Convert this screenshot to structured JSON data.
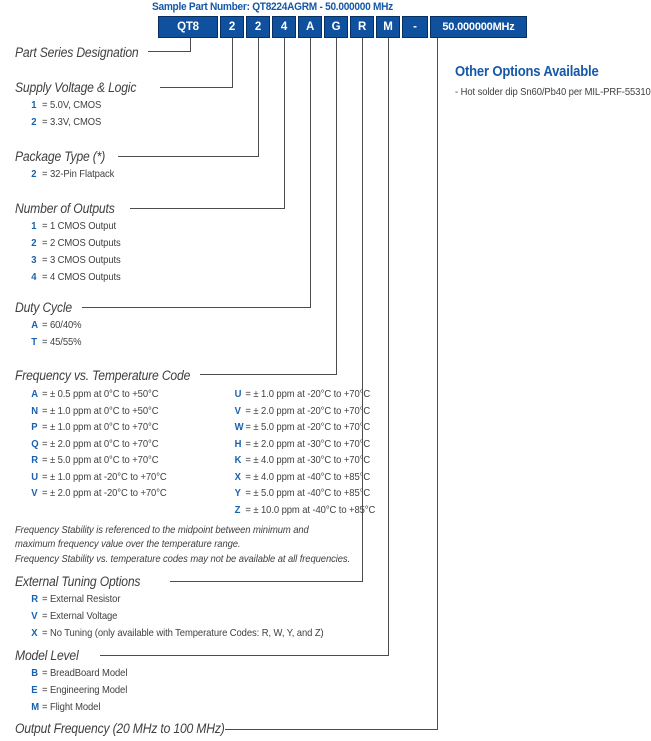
{
  "header": {
    "sample_label": "Sample Part Number: QT8224AGRM - 50.000000 MHz",
    "boxes": [
      "QT8",
      "2",
      "2",
      "4",
      "A",
      "G",
      "R",
      "M",
      "-",
      "50.000000MHz"
    ]
  },
  "other_options": {
    "title": "Other Options Available",
    "items": [
      "- Hot solder dip Sn60/Pb40 per MIL-PRF-55310"
    ]
  },
  "sections": [
    {
      "title": "Part Series Designation",
      "items": []
    },
    {
      "title": "Supply Voltage & Logic",
      "items": [
        {
          "code": "1",
          "desc": "= 5.0V, CMOS"
        },
        {
          "code": "2",
          "desc": "= 3.3V, CMOS"
        }
      ]
    },
    {
      "title": "Package Type (*)",
      "items": [
        {
          "code": "2",
          "desc": "= 32-Pin Flatpack"
        }
      ]
    },
    {
      "title": "Number of Outputs",
      "items": [
        {
          "code": "1",
          "desc": "= 1 CMOS Output"
        },
        {
          "code": "2",
          "desc": "= 2 CMOS Outputs"
        },
        {
          "code": "3",
          "desc": "= 3 CMOS Outputs"
        },
        {
          "code": "4",
          "desc": "= 4 CMOS Outputs"
        }
      ]
    },
    {
      "title": "Duty Cycle",
      "items": [
        {
          "code": "A",
          "desc": "= 60/40%"
        },
        {
          "code": "T",
          "desc": "= 45/55%"
        }
      ]
    },
    {
      "title": "Frequency vs. Temperature Code",
      "items_left": [
        {
          "code": "A",
          "desc": "= ± 0.5 ppm at 0°C to +50°C"
        },
        {
          "code": "N",
          "desc": "= ± 1.0 ppm at 0°C to +50°C"
        },
        {
          "code": "P",
          "desc": "= ± 1.0 ppm at 0°C to +70°C"
        },
        {
          "code": "Q",
          "desc": "= ± 2.0 ppm at 0°C to +70°C"
        },
        {
          "code": "R",
          "desc": "= ± 5.0 ppm at 0°C to +70°C"
        },
        {
          "code": "U",
          "desc": "= ± 1.0 ppm at -20°C to +70°C"
        },
        {
          "code": "V",
          "desc": "= ± 2.0 ppm at -20°C to +70°C"
        }
      ],
      "items_right": [
        {
          "code": "U",
          "desc": "= ± 1.0 ppm at -20°C to +70°C"
        },
        {
          "code": "V",
          "desc": "= ± 2.0 ppm at -20°C to +70°C"
        },
        {
          "code": "W",
          "desc": "= ± 5.0 ppm at -20°C to +70°C"
        },
        {
          "code": "H",
          "desc": "= ± 2.0 ppm at -30°C to +70°C"
        },
        {
          "code": "K",
          "desc": "= ± 4.0 ppm at -30°C to +70°C"
        },
        {
          "code": "X",
          "desc": "= ± 4.0 ppm at -40°C to +85°C"
        },
        {
          "code": "Y",
          "desc": "= ± 5.0 ppm at -40°C to +85°C"
        },
        {
          "code": "Z",
          "desc": "= ± 10.0 ppm at -40°C to +85°C"
        }
      ]
    },
    {
      "title": "External Tuning Options",
      "items": [
        {
          "code": "R",
          "desc": "= External Resistor"
        },
        {
          "code": "V",
          "desc": "= External Voltage"
        },
        {
          "code": "X",
          "desc": "= No Tuning (only available with Temperature Codes: R, W, Y, and Z)"
        }
      ]
    },
    {
      "title": "Model Level",
      "items": [
        {
          "code": "B",
          "desc": "= BreadBoard Model"
        },
        {
          "code": "E",
          "desc": "= Engineering Model"
        },
        {
          "code": "M",
          "desc": "= Flight Model"
        }
      ]
    },
    {
      "title": "Output Frequency (20 MHz to 100 MHz)",
      "items": []
    }
  ],
  "notes": [
    "Frequency Stability is referenced to the midpoint between minimum and maximum frequency value over the temperature range.",
    "Frequency Stability vs. temperature codes may not be available at all frequencies."
  ],
  "colors": {
    "accent_blue": "#1558a7",
    "box_blue": "#0f519e",
    "code_blue": "#1961ae",
    "text_gray": "#414042",
    "line_gray": "#4c4c4e"
  }
}
